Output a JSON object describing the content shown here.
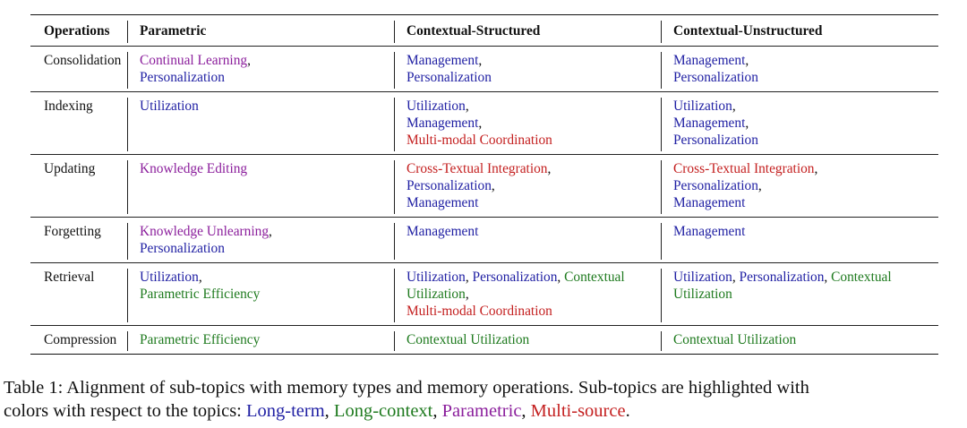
{
  "colors": {
    "long_term": "#1f1fa3",
    "long_context": "#1e7a1e",
    "parametric": "#8b1e9c",
    "multi_source": "#c42020",
    "text": "#111111"
  },
  "table": {
    "headers": [
      "Operations",
      "Parametric",
      "Contextual-Structured",
      "Contextual-Unstructured"
    ],
    "rows": [
      {
        "operation": "Consolidation",
        "cells": [
          [
            [
              {
                "t": "Continual Learning",
                "c": "parametric"
              },
              {
                "t": ",",
                "c": "text"
              }
            ],
            [
              {
                "t": "Personalization",
                "c": "long_term"
              }
            ]
          ],
          [
            [
              {
                "t": "Management",
                "c": "long_term"
              },
              {
                "t": ",",
                "c": "text"
              }
            ],
            [
              {
                "t": "Personalization",
                "c": "long_term"
              }
            ]
          ],
          [
            [
              {
                "t": "Management",
                "c": "long_term"
              },
              {
                "t": ",",
                "c": "text"
              }
            ],
            [
              {
                "t": "Personalization",
                "c": "long_term"
              }
            ]
          ]
        ]
      },
      {
        "operation": "Indexing",
        "cells": [
          [
            [
              {
                "t": "Utilization",
                "c": "long_term"
              }
            ]
          ],
          [
            [
              {
                "t": "Utilization",
                "c": "long_term"
              },
              {
                "t": ",",
                "c": "text"
              }
            ],
            [
              {
                "t": "Management",
                "c": "long_term"
              },
              {
                "t": ",",
                "c": "text"
              }
            ],
            [
              {
                "t": "Multi-modal Coordination",
                "c": "multi_source"
              }
            ]
          ],
          [
            [
              {
                "t": "Utilization",
                "c": "long_term"
              },
              {
                "t": ",",
                "c": "text"
              }
            ],
            [
              {
                "t": "Management",
                "c": "long_term"
              },
              {
                "t": ",",
                "c": "text"
              }
            ],
            [
              {
                "t": "Personalization",
                "c": "long_term"
              }
            ]
          ]
        ]
      },
      {
        "operation": "Updating",
        "cells": [
          [
            [
              {
                "t": "Knowledge Editing",
                "c": "parametric"
              }
            ]
          ],
          [
            [
              {
                "t": "Cross-Textual Integration",
                "c": "multi_source"
              },
              {
                "t": ",",
                "c": "text"
              }
            ],
            [
              {
                "t": "Personalization",
                "c": "long_term"
              },
              {
                "t": ",",
                "c": "text"
              }
            ],
            [
              {
                "t": "Management",
                "c": "long_term"
              }
            ]
          ],
          [
            [
              {
                "t": "Cross-Textual Integration",
                "c": "multi_source"
              },
              {
                "t": ",",
                "c": "text"
              }
            ],
            [
              {
                "t": "Personalization",
                "c": "long_term"
              },
              {
                "t": ",",
                "c": "text"
              }
            ],
            [
              {
                "t": "Management",
                "c": "long_term"
              }
            ]
          ]
        ]
      },
      {
        "operation": "Forgetting",
        "cells": [
          [
            [
              {
                "t": "Knowledge Unlearning",
                "c": "parametric"
              },
              {
                "t": ",",
                "c": "text"
              }
            ],
            [
              {
                "t": "Personalization",
                "c": "long_term"
              }
            ]
          ],
          [
            [
              {
                "t": "Management",
                "c": "long_term"
              }
            ]
          ],
          [
            [
              {
                "t": "Management",
                "c": "long_term"
              }
            ]
          ]
        ]
      },
      {
        "operation": "Retrieval",
        "cells": [
          [
            [
              {
                "t": "Utilization",
                "c": "long_term"
              },
              {
                "t": ",",
                "c": "text"
              }
            ],
            [
              {
                "t": "Parametric Efficiency",
                "c": "long_context"
              }
            ]
          ],
          [
            [
              {
                "t": "Utilization",
                "c": "long_term"
              },
              {
                "t": ", ",
                "c": "text"
              },
              {
                "t": "Personalization",
                "c": "long_term"
              },
              {
                "t": ", ",
                "c": "text"
              },
              {
                "t": "Contextual",
                "c": "long_context"
              }
            ],
            [
              {
                "t": "Utilization",
                "c": "long_context"
              },
              {
                "t": ",",
                "c": "text"
              }
            ],
            [
              {
                "t": "Multi-modal Coordination",
                "c": "multi_source"
              }
            ]
          ],
          [
            [
              {
                "t": "Utilization",
                "c": "long_term"
              },
              {
                "t": ", ",
                "c": "text"
              },
              {
                "t": "Personalization",
                "c": "long_term"
              },
              {
                "t": ", ",
                "c": "text"
              },
              {
                "t": "Contextual",
                "c": "long_context"
              }
            ],
            [
              {
                "t": "Utilization",
                "c": "long_context"
              }
            ]
          ]
        ]
      },
      {
        "operation": "Compression",
        "cells": [
          [
            [
              {
                "t": "Parametric Efficiency",
                "c": "long_context"
              }
            ]
          ],
          [
            [
              {
                "t": "Contextual Utilization",
                "c": "long_context"
              }
            ]
          ],
          [
            [
              {
                "t": "Contextual Utilization",
                "c": "long_context"
              }
            ]
          ]
        ]
      }
    ]
  },
  "caption": {
    "lines": [
      [
        {
          "t": "Table 1: Alignment of sub-topics with memory types and memory operations. Sub-topics are highlighted with",
          "c": "text"
        }
      ],
      [
        {
          "t": "colors with respect to the topics: ",
          "c": "text"
        },
        {
          "t": "Long-term",
          "c": "long_term"
        },
        {
          "t": ", ",
          "c": "text"
        },
        {
          "t": "Long-context",
          "c": "long_context"
        },
        {
          "t": ", ",
          "c": "text"
        },
        {
          "t": "Parametric",
          "c": "parametric"
        },
        {
          "t": ", ",
          "c": "text"
        },
        {
          "t": "Multi-source",
          "c": "multi_source"
        },
        {
          "t": ".",
          "c": "text"
        }
      ]
    ]
  }
}
